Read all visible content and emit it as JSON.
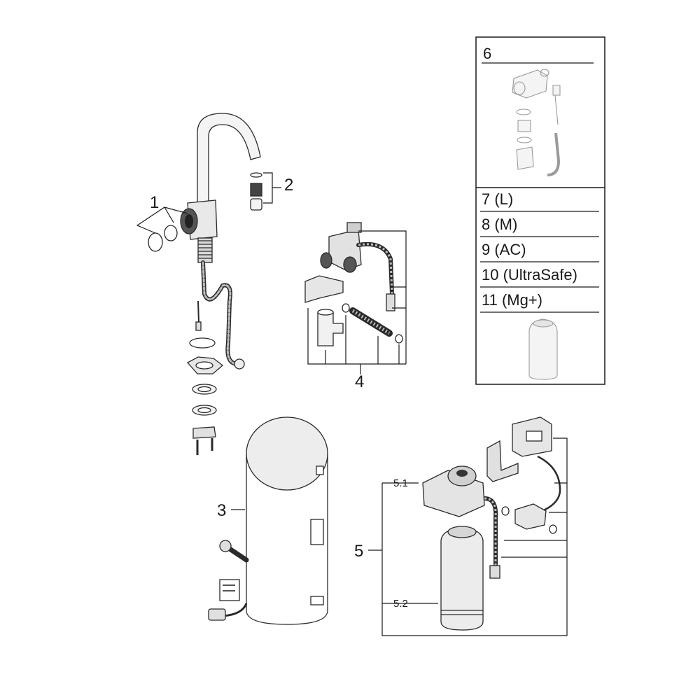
{
  "labels": {
    "faucet": "1",
    "aerator": "2",
    "boiler": "3",
    "valve_set": "4",
    "filter_set": "5",
    "filter_head": "5.1",
    "filter_cartridge": "5.2",
    "accessory": "6"
  },
  "filter_options": [
    "7 (L)",
    "8 (M)",
    "9 (AC)",
    "10 (UltraSafe)",
    "11 (Mg+)"
  ]
}
